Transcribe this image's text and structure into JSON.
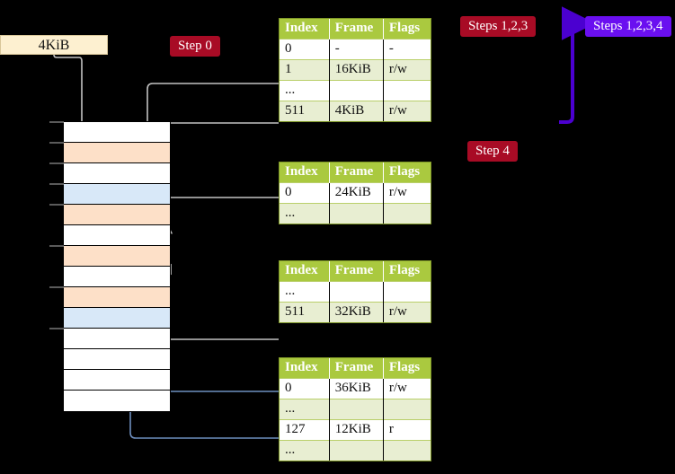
{
  "diagram": {
    "title": "page-table-walk",
    "colors": {
      "header_green": "#aac93f",
      "row_alt_green": "#e8eed2",
      "highlight_yellow": "#fbf79a",
      "badge_crimson": "#a80b25",
      "badge_violet": "#6a0ff0",
      "frame_peach": "#fde0c8",
      "frame_blue": "#d8e8f8",
      "wire_gray": "#b8b8b8",
      "wire_blue": "#6e8fbf",
      "bracket_violet": "#4b00d0",
      "kib_box_bg": "#fdf0d0"
    }
  },
  "labels": {
    "kib_box": "4KiB",
    "step_0": "Step 0",
    "step_4": "Step 4",
    "steps_123": "Steps 1,2,3",
    "steps_1234": "Steps 1,2,3,4"
  },
  "memory": {
    "name": "physical-memory-column",
    "rows": [
      {
        "fill": "white"
      },
      {
        "fill": "peach"
      },
      {
        "fill": "white"
      },
      {
        "fill": "blue"
      },
      {
        "fill": "peach"
      },
      {
        "fill": "white"
      },
      {
        "fill": "peach"
      },
      {
        "fill": "white"
      },
      {
        "fill": "peach"
      },
      {
        "fill": "blue"
      },
      {
        "fill": "white"
      },
      {
        "fill": "white"
      },
      {
        "fill": "white"
      },
      {
        "fill": "white"
      }
    ]
  },
  "tables": [
    {
      "name": "page-table-level-0",
      "headers": [
        "Index",
        "Frame",
        "Flags"
      ],
      "rows": [
        {
          "cells": [
            "0",
            "-",
            "-"
          ],
          "alt": false,
          "highlight": []
        },
        {
          "cells": [
            "1",
            "16KiB",
            "r/w"
          ],
          "alt": true,
          "highlight": []
        },
        {
          "cells": [
            "...",
            "",
            ""
          ],
          "alt": false,
          "highlight": []
        },
        {
          "cells": [
            "511",
            "4KiB",
            "r/w"
          ],
          "alt": true,
          "highlight": [
            0,
            1,
            2
          ]
        }
      ]
    },
    {
      "name": "page-table-level-1",
      "headers": [
        "Index",
        "Frame",
        "Flags"
      ],
      "rows": [
        {
          "cells": [
            "0",
            "24KiB",
            "r/w"
          ],
          "alt": false,
          "highlight": []
        },
        {
          "cells": [
            "...",
            "",
            ""
          ],
          "alt": true,
          "highlight": []
        }
      ]
    },
    {
      "name": "page-table-level-2",
      "headers": [
        "Index",
        "Frame",
        "Flags"
      ],
      "rows": [
        {
          "cells": [
            "...",
            "",
            ""
          ],
          "alt": false,
          "highlight": []
        },
        {
          "cells": [
            "511",
            "32KiB",
            "r/w"
          ],
          "alt": true,
          "highlight": []
        }
      ]
    },
    {
      "name": "page-table-level-3",
      "headers": [
        "Index",
        "Frame",
        "Flags"
      ],
      "rows": [
        {
          "cells": [
            "0",
            "36KiB",
            "r/w"
          ],
          "alt": false,
          "highlight": []
        },
        {
          "cells": [
            "...",
            "",
            ""
          ],
          "alt": true,
          "highlight": []
        },
        {
          "cells": [
            "127",
            "12KiB",
            "r"
          ],
          "alt": false,
          "highlight": []
        },
        {
          "cells": [
            "...",
            "",
            ""
          ],
          "alt": true,
          "highlight": []
        }
      ]
    }
  ]
}
